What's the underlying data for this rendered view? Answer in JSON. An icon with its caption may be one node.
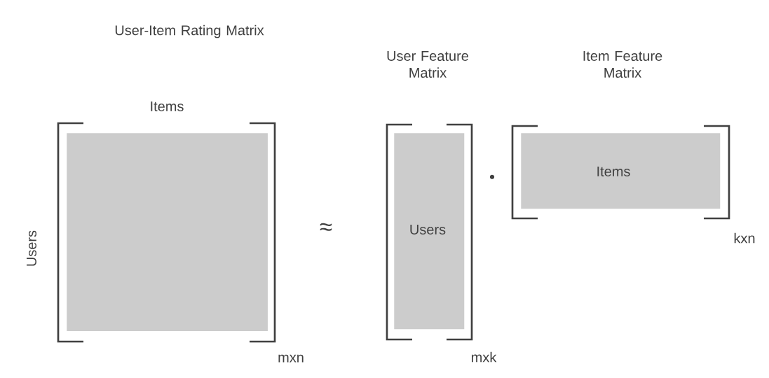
{
  "diagram": {
    "nodes": [
      {
        "text": [],
        "shape": "box",
        "beside": [
          "Items",
          "Users",
          "mxn"
        ]
      },
      {
        "text": [
          "Users"
        ],
        "beside": [
          "mxk"
        ]
      },
      {
        "text": [
          "Items"
        ],
        "beside": [
          "kxn"
        ]
      }
    ],
    "labels": [
      "User-Item Rating Matrix",
      "User Feature Matrix",
      "Item Feature Matrix",
      "≈",
      "•"
    ]
  }
}
